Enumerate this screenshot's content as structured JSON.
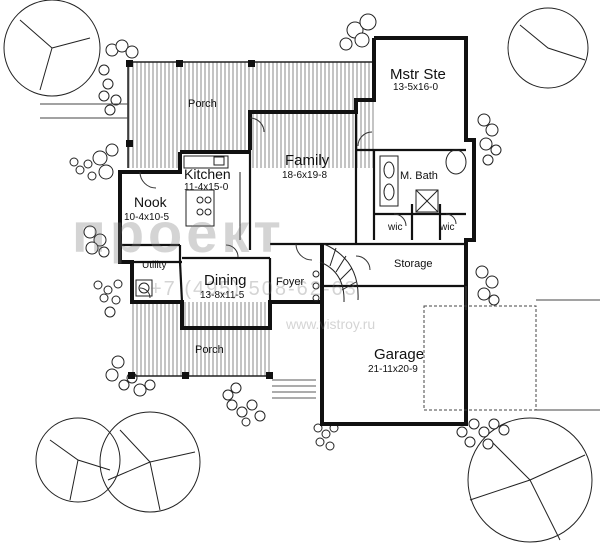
{
  "rooms": {
    "mstr_ste": {
      "name": "Mstr Ste",
      "dims": "13-5x16-0"
    },
    "porch_top": {
      "name": "Porch"
    },
    "family": {
      "name": "Family",
      "dims": "18-6x19-8"
    },
    "kitchen": {
      "name": "Kitchen",
      "dims": "11-4x15-0"
    },
    "m_bath": {
      "name": "M. Bath"
    },
    "nook": {
      "name": "Nook",
      "dims": "10-4x10-5"
    },
    "wic_left": {
      "name": "wic"
    },
    "wic_right": {
      "name": "wic"
    },
    "utility": {
      "name": "Utility"
    },
    "storage": {
      "name": "Storage"
    },
    "dining": {
      "name": "Dining",
      "dims": "13-8x11-5"
    },
    "foyer": {
      "name": "Foyer"
    },
    "porch_bottom": {
      "name": "Porch"
    },
    "garage": {
      "name": "Garage",
      "dims": "21-11x20-9"
    }
  },
  "watermark": {
    "brand": "проект",
    "phone": "+7 (495) 508-62-63",
    "url": "www.vistroy.ru"
  },
  "colors": {
    "line": "#1a1a1a",
    "hatch": "#555555",
    "background": "#ffffff"
  }
}
